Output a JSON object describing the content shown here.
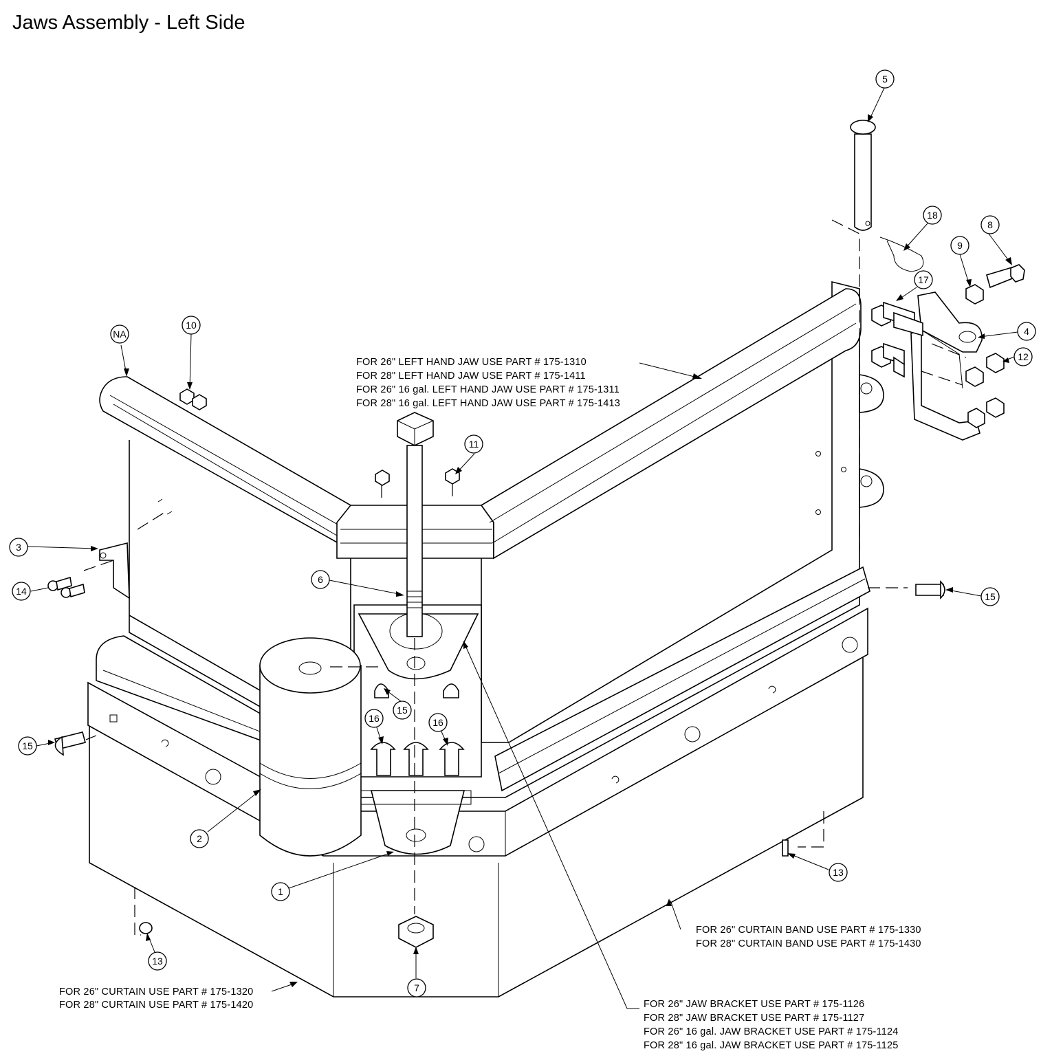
{
  "title": "Jaws Assembly - Left Side",
  "callouts": [
    "NA",
    "1",
    "2",
    "3",
    "4",
    "5",
    "6",
    "7",
    "8",
    "9",
    "10",
    "11",
    "12",
    "13",
    "14",
    "15",
    "16",
    "17",
    "18"
  ],
  "notes": {
    "jaw": [
      "FOR 26\" LEFT HAND JAW USE PART # 175-1310",
      "FOR 28\" LEFT HAND JAW USE PART # 175-1411",
      "FOR 26\" 16 gal. LEFT HAND JAW USE PART # 175-1311",
      "FOR 28\" 16 gal. LEFT HAND JAW USE PART # 175-1413"
    ],
    "curtain_band": [
      "FOR 26\" CURTAIN BAND USE PART # 175-1330",
      "FOR 28\" CURTAIN BAND USE PART # 175-1430"
    ],
    "curtain": [
      "FOR 26\" CURTAIN USE PART # 175-1320",
      "FOR 28\" CURTAIN USE PART # 175-1420"
    ],
    "jaw_bracket": [
      "FOR 26\" JAW BRACKET USE PART # 175-1126",
      "FOR 28\" JAW BRACKET USE PART # 175-1127",
      "FOR 26\" 16 gal. JAW BRACKET USE PART # 175-1124",
      "FOR 28\" 16 gal. JAW BRACKET USE PART # 175-1125"
    ]
  }
}
